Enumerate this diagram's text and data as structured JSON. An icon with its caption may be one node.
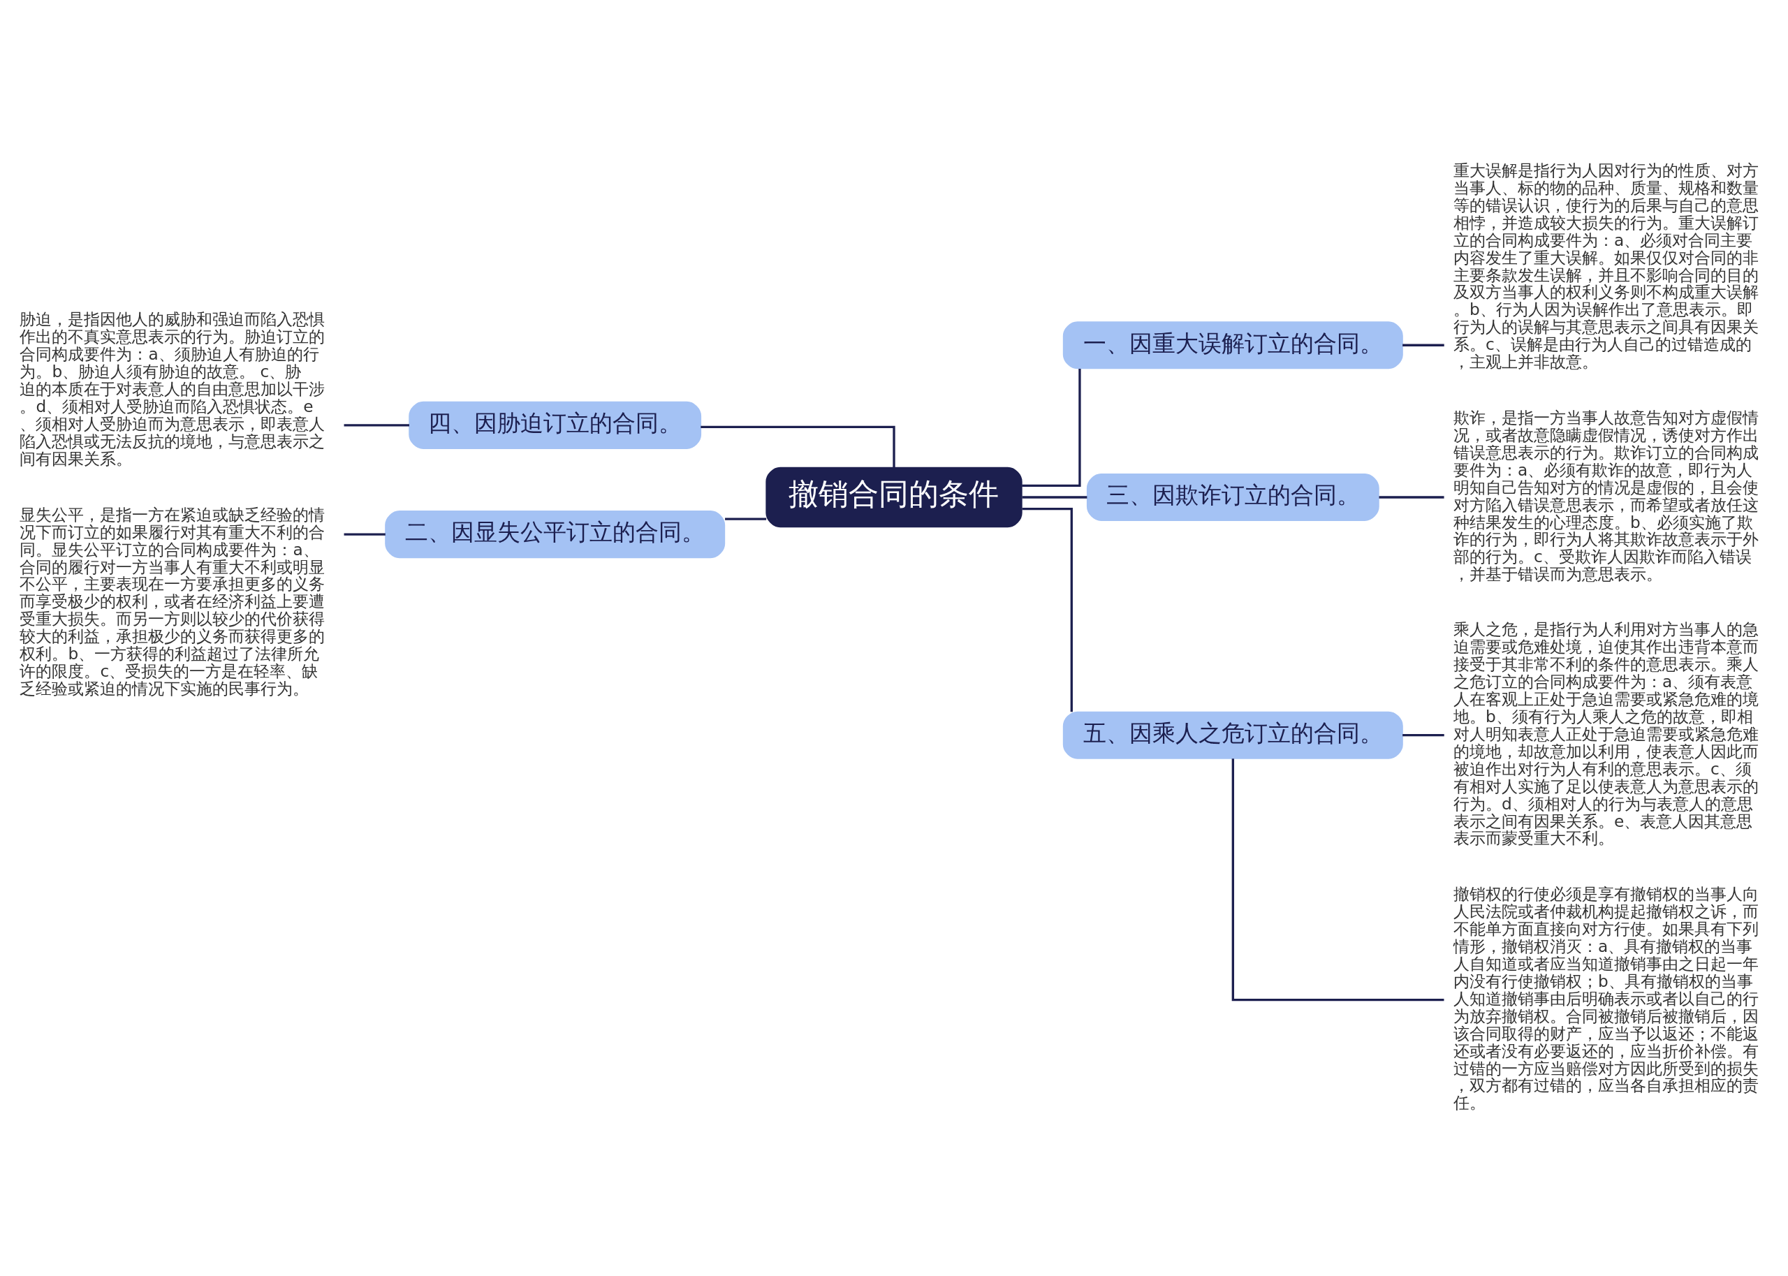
{
  "diagram": {
    "nodes": [
      {
        "text": [
          "撤销合同的条件"
        ]
      },
      {
        "text": [
          "一、因重大误解订立的合同。"
        ]
      },
      {
        "text": [
          "重大误解是指行为人因对行为的性质、对方当事人、标的物的品种、质量、规格和数量等的错误认识，使行为的后果与自己的意思相悖，并造成较大损失的行为。重大误解订立的合同构成要件为：a、必须对合同主要内容发生了重大误解。如果仅仅对合同的非主要条款发生误解，并且不影响合同的目的及双方当事人的权利义务则不构成重大误解。b、行为人因为误解作出了意思表示。即行为人的误解与其意思表示之间具有因果关系。c、误解是由行为人自己的过错造成的，主观上并非故意。"
        ]
      },
      {
        "text": [
          "二、因显失公平订立的合同。"
        ]
      },
      {
        "text": [
          "显失公平，是指一方在紧迫或缺乏经验的情况下而订立的如果履行对其有重大不利的合同。显失公平订立的合同构成要件为：a、合同的履行对一方当事人有重大不利或明显不公平，主要表现在一方要承担更多的义务而享受极少的权利，或者在经济利益上要遭受重大损失。而另一方则以较少的代价获得较大的利益，承担极少的义务而获得更多的权利。b、一方获得的利益超过了法律所允许的限度。c、受损失的一方是在轻率、缺乏经验或紧迫的情况下实施的民事行为。"
        ]
      },
      {
        "text": [
          "三、因欺诈订立的合同。"
        ]
      },
      {
        "text": [
          "欺诈，是指一方当事人故意告知对方虚假情况，或者故意隐瞒虚假情况，诱使对方作出错误意思表示的行为。欺诈订立的合同构成要件为：a、必须有欺诈的故意，即行为人明知自己告知对方的情况是虚假的，且会使对方陷入错误意思表示，而希望或者放任这种结果发生的心理态度。b、必须实施了欺诈的行为，即行为人将其欺诈故意表示于外部的行为。c、受欺诈人因欺诈而陷入错误，并基于错误而为意思表示。"
        ]
      },
      {
        "text": [
          "四、因胁迫订立的合同。"
        ]
      },
      {
        "text": [
          "胁迫，是指因他人的威胁和强迫而陷入恐惧作出的不真实意思表示的行为。胁迫订立的合同构成要件为：a、须胁迫人有胁迫的行为。b、胁迫人须有胁迫的故意。 c、胁迫的本质在于对表意人的自由意思加以干涉。d、须相对人受胁迫而陷入恐惧状态。e、须相对人受胁迫而为意思表示，即表意人陷入恐惧或无法反抗的境地，与意思表示之间有因果关系。"
        ]
      },
      {
        "text": [
          "五、因乘人之危订立的合同。"
        ]
      },
      {
        "text": [
          "乘人之危，是指行为人利用对方当事人的急迫需要或危难处境，迫使其作出违背本意而接受于其非常不利的条件的意思表示。乘人之危订立的合同构成要件为：a、须有表意人在客观上正处于急迫需要或紧急危难的境地。b、须有行为人乘人之危的故意，即相对人明知表意人正处于急迫需要或紧急危难的境地，却故意加以利用，使表意人因此而被迫作出对行为人有利的意思表示。c、须有相对人实施了足以使表意人为意思表示的行为。d、须相对人的行为与表意人的意思表示之间有因果关系。e、表意人因其意思表示而蒙受重大不利。"
        ]
      },
      {
        "text": [
          "撤销权的行使必须是享有撤销权的当事人向人民法院或者仲裁机构提起撤销权之诉，而不能单方面直接向对方行使。如果具有下列情形，撤销权消灭：a、具有撤销权的当事人自知道或者应当知道撤销事由之日起一年内没有行使撤销权；b、具有撤销权的当事人知道撤销事由后明确表示或者以自己的行为放弃撤销权。合同被撤销后被撤销后，因该合同取得的财产，应当予以返还；不能返还或者没有必要返还的，应当折价补偿。有过错的一方应当赔偿对方因此所受到的损失，双方都有过错的，应当各自承担相应的责任。"
        ]
      }
    ],
    "edges": [
      {
        "from": 0,
        "to": 1,
        "arrow": "none"
      },
      {
        "from": 1,
        "to": 2,
        "arrow": "none"
      },
      {
        "from": 0,
        "to": 3,
        "arrow": "none"
      },
      {
        "from": 3,
        "to": 4,
        "arrow": "none"
      },
      {
        "from": 0,
        "to": 5,
        "arrow": "none"
      },
      {
        "from": 5,
        "to": 6,
        "arrow": "none"
      },
      {
        "from": 0,
        "to": 7,
        "arrow": "none"
      },
      {
        "from": 7,
        "to": 8,
        "arrow": "none"
      },
      {
        "from": 0,
        "to": 9,
        "arrow": "none"
      },
      {
        "from": 9,
        "to": 10,
        "arrow": "none"
      },
      {
        "from": 9,
        "to": 11,
        "arrow": "none"
      }
    ]
  }
}
